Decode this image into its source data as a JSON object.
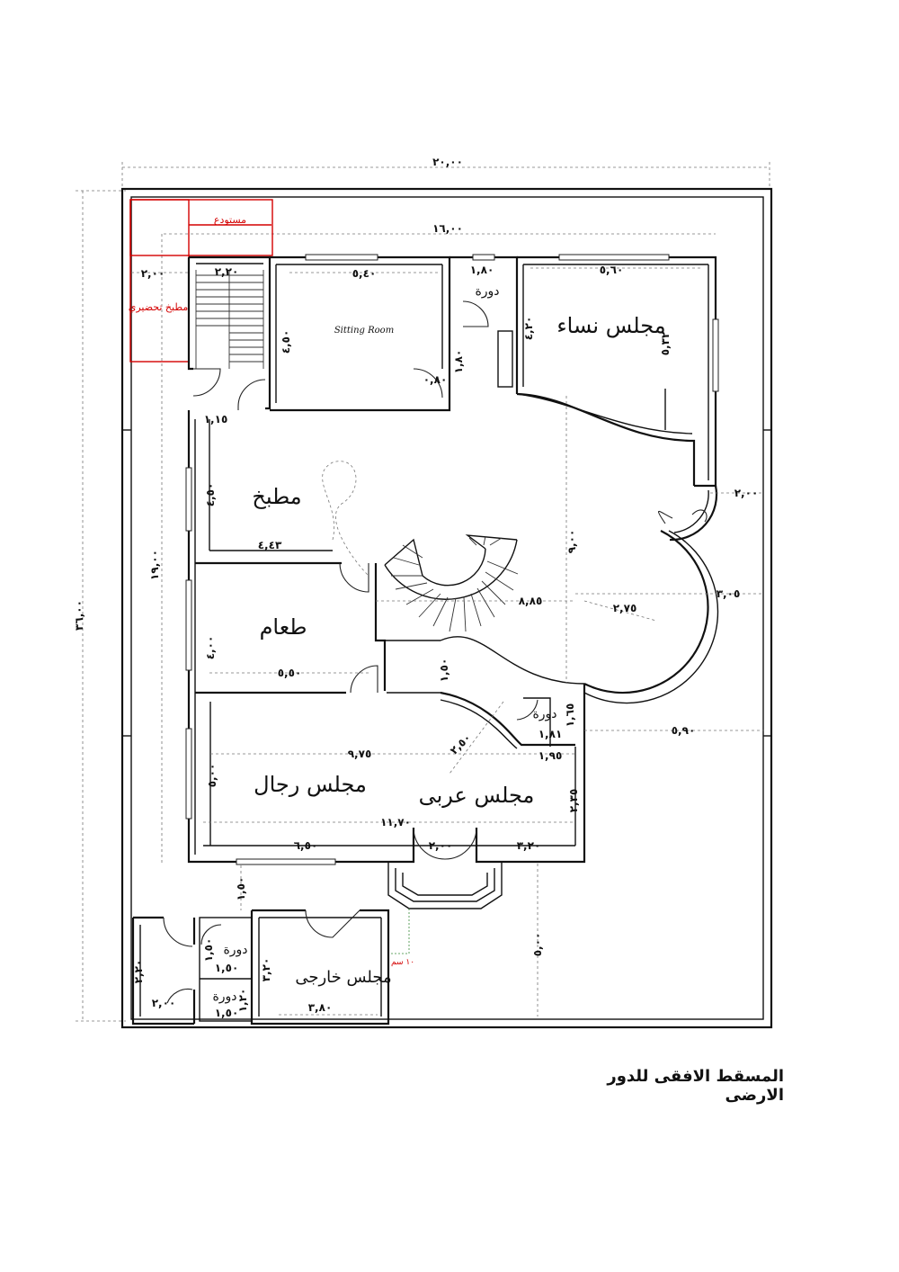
{
  "title": "المسقط الافقى للدور الارضى",
  "rooms": {
    "sitting_en": "Sitting Room",
    "women_majlis": "مجلس نساء",
    "kitchen": "مطبخ",
    "dining": "طعام",
    "men_majlis": "مجلس رجال",
    "arabic_majlis": "مجلس عربى",
    "outer_majlis": "مجلس خارجى",
    "wc": "دورة",
    "store": "مستودع",
    "prep_kitchen": "مطبخ تحضيري"
  },
  "dims": {
    "total_width": "٢٠,٠٠",
    "total_depth": "٣٦,٠٠",
    "inner_width": "١٦,٠٠",
    "side_depth": "١٩,٠٠",
    "setback_left": "٢,٠٠",
    "stair_w": "٢,٢٠",
    "sitting_w": "٥,٤٠",
    "sitting_d": "٤,٥٠",
    "wc_w": "١,٨٠",
    "wc_d": "١,٨٠",
    "door_80": "٠,٨٠",
    "women_w": "٥,٦٠",
    "women_d": "٤,٢٠",
    "women_d2": "٥,٣٢",
    "kitchen_d": "٤,٥٠",
    "kitchen_w": "٤,٤٣",
    "kitchen_door": "١,١٥",
    "hall_depth": "٩,٠٠",
    "hall_w": "٨,٨٥",
    "radius": "٢,٧٥",
    "right_setback": "٣,٠٥",
    "right_setback2": "٢,٠٠",
    "dining_d": "٤,٠٠",
    "dining_w": "٥,٥٠",
    "corridor": "١,٥٠",
    "wc2_d": "١,٦٥",
    "wc2_w": "١,٨١",
    "wc2_w2": "١,٩٥",
    "curve": "٢,٥٠",
    "right_gap": "٥,٩٠",
    "men_w": "٩,٧٥",
    "men_d": "٥,٠٠",
    "arabic_d": "٢,٣٥",
    "front_w": "١١,٧٠",
    "men_front": "٦,٥٠",
    "arabic_front": "٣,٢٠",
    "entry": "٢,٠٠",
    "gap": "١,٥٠",
    "front_setback": "٥,٠٠",
    "out_wc_d": "١,٥٠",
    "out_wc_w": "١,٥٠",
    "out_wc_d2": "١,٢٠",
    "out_wc_w2": "١,٥٠",
    "out_left": "٢,٢٠",
    "out_left_w": "٢,٠٠",
    "outer_d": "٣,٢٠",
    "outer_w": "٣,٨٠",
    "ramp": "١٠ سم"
  }
}
